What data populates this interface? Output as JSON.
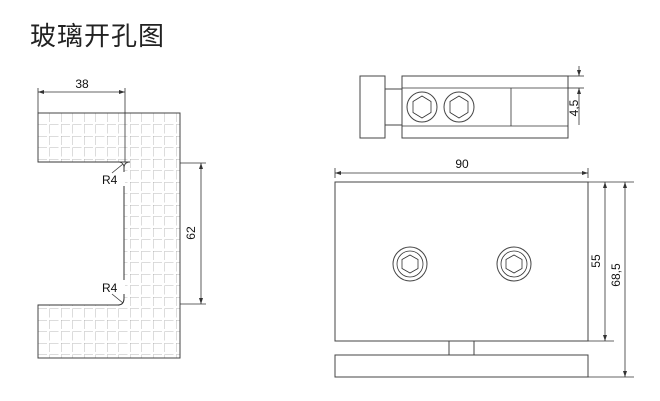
{
  "title": "玻璃开孔图",
  "dimensions": {
    "cutout_width": "38",
    "cutout_height": "62",
    "corner_radius_top": "R4",
    "corner_radius_bottom": "R4",
    "plate_width": "90",
    "plate_height": "55",
    "total_height": "68,5",
    "side_thickness": "4,5"
  },
  "colors": {
    "line": "#333333",
    "glass_pattern": "#888888"
  }
}
